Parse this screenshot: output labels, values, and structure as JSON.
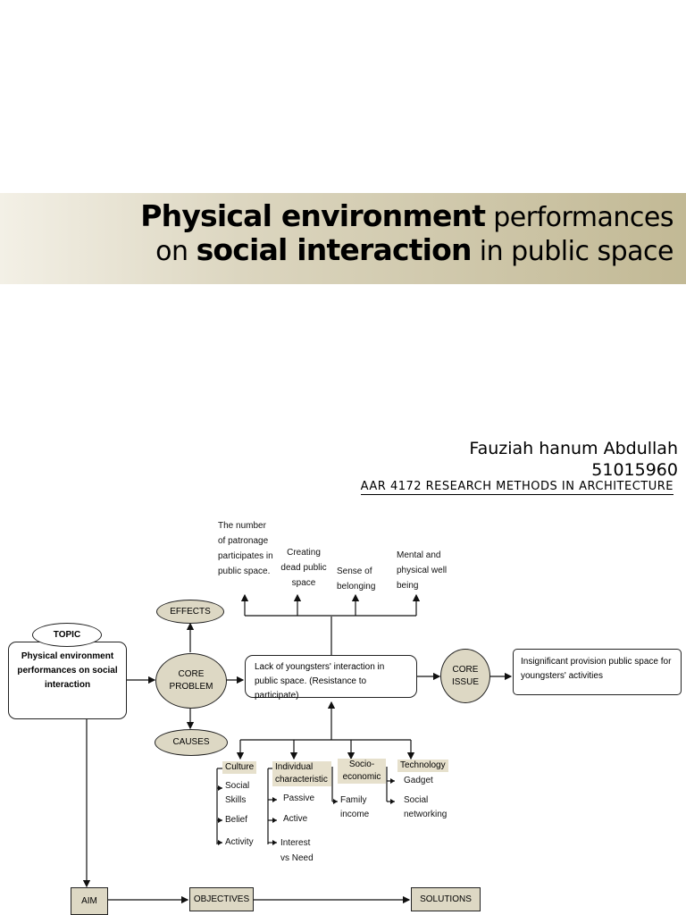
{
  "title": {
    "line1_bold": "Physical environment",
    "line1_rest": " performances",
    "line2_start": "on ",
    "line2_bold": "social interaction",
    "line2_rest": " in public space"
  },
  "author": {
    "name": "Fauziah hanum Abdullah",
    "id": "51015960",
    "course": "AAR 4172 RESEARCH METHODS IN ARCHITECTURE"
  },
  "diagram": {
    "topic_label": "TOPIC",
    "topic_text": "Physical environment performances on social interaction",
    "core_problem": "CORE PROBLEM",
    "effects": "EFFECTS",
    "causes": "CAUSES",
    "problem_text": "Lack of youngsters' interaction in public space.  (Resistance to participate)",
    "core_issue": "CORE ISSUE",
    "issue_text": "Insignificant provision public space for youngsters' activities",
    "effect_items": [
      "The number of patronage participates in public space.",
      "Creating dead public space",
      "Sense of belonging",
      "Mental and physical well being"
    ],
    "cause_groups": [
      {
        "title": "Culture",
        "items": [
          "Social Skills",
          "Belief",
          "Activity"
        ]
      },
      {
        "title": "Individual characteristic",
        "items": [
          "Passive",
          "Active",
          "Interest vs Need"
        ]
      },
      {
        "title": "Socio-economic",
        "items": [
          "Family income"
        ]
      },
      {
        "title": "Technology",
        "items": [
          "Gadget",
          "Social networking"
        ]
      }
    ],
    "aim": "AIM",
    "objectives": "OBJECTIVES",
    "solutions": "SOLUTIONS"
  }
}
